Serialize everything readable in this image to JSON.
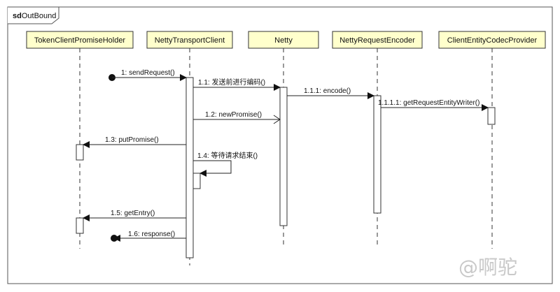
{
  "frame": {
    "keyword": "sd",
    "name": "OutBound"
  },
  "lifelines": [
    {
      "id": "holder",
      "title": "TokenClientPromiseHolder"
    },
    {
      "id": "transport",
      "title": "NettyTransportClient"
    },
    {
      "id": "netty",
      "title": "Netty"
    },
    {
      "id": "encoder",
      "title": "NettyRequestEncoder"
    },
    {
      "id": "codec",
      "title": "ClientEntityCodecProvider"
    }
  ],
  "messages": [
    {
      "id": "m1",
      "label": "1: sendRequest()"
    },
    {
      "id": "m11",
      "label": "1.1: 发送前进行编码()"
    },
    {
      "id": "m111",
      "label": "1.1.1: encode()"
    },
    {
      "id": "m1111",
      "label": "1.1.1.1: getRequestEntityWriter()"
    },
    {
      "id": "m12",
      "label": "1.2: newPromise()"
    },
    {
      "id": "m13",
      "label": "1.3: putPromise()"
    },
    {
      "id": "m14",
      "label": "1.4: 等待请求结束()"
    },
    {
      "id": "m15",
      "label": "1.5: getEntry()"
    },
    {
      "id": "m16",
      "label": "1.6: response()"
    }
  ],
  "watermark": "@啊驼",
  "colors": {
    "lifeline_fill": "#ffffcc",
    "lifeline_stroke": "#333333",
    "frame_stroke": "#555555",
    "activation_fill": "#ffffff",
    "line": "#222222"
  }
}
